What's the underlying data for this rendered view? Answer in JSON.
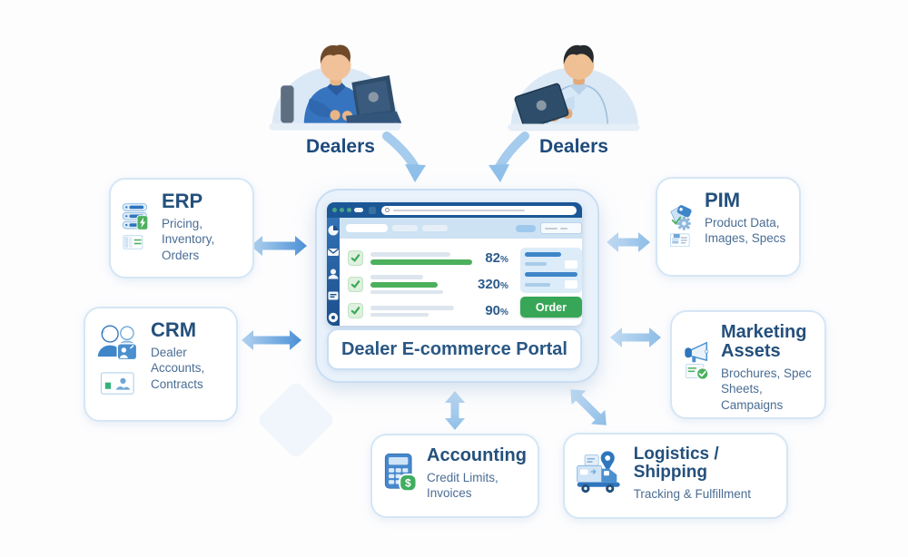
{
  "dealers": {
    "left_label": "Dealers",
    "right_label": "Dealers"
  },
  "portal": {
    "label": "Dealer E-commerce Portal",
    "browser": {
      "rows": [
        {
          "value": "82",
          "suffix": "%"
        },
        {
          "value": "320",
          "suffix": "%"
        },
        {
          "value": "90",
          "suffix": "%"
        }
      ],
      "order_button_label": "Order"
    }
  },
  "systems": {
    "erp": {
      "title": "ERP",
      "subtitle": "Pricing, Inventory, Orders"
    },
    "pim": {
      "title": "PIM",
      "subtitle": "Product Data, Images, Specs"
    },
    "crm": {
      "title": "CRM",
      "subtitle": "Dealer Accounts, Contracts"
    },
    "marketing": {
      "title": "Marketing Assets",
      "subtitle": "Brochures, Spec Sheets, Campaigns"
    },
    "accounting": {
      "title": "Accounting",
      "subtitle": "Credit Limits, Invoices"
    },
    "logistics": {
      "title": "Logistics / Shipping",
      "subtitle": "Tracking & Fulfillment"
    }
  },
  "colors": {
    "accent_blue": "#4f96d6",
    "navy_text": "#24507c",
    "subtitle_text": "#4a6d94",
    "green": "#43a757",
    "portal_bg": "#e9f2fb",
    "box_border": "#d5e6f5",
    "browser_bar": "#1b5796"
  }
}
